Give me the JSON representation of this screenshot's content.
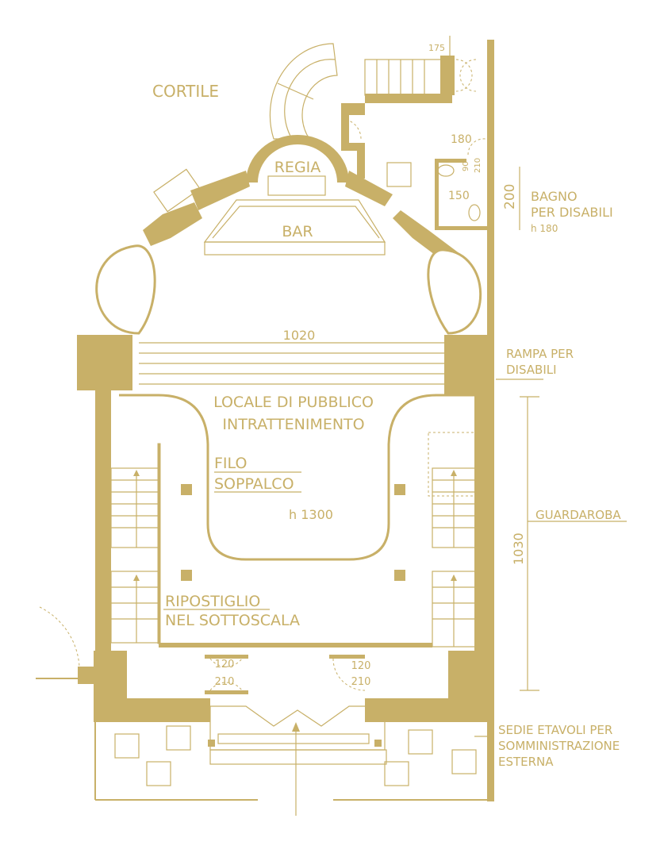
{
  "colors": {
    "plan": "#c8b068",
    "background": "#ffffff"
  },
  "labels": {
    "cortile": "CORTILE",
    "regia": "REGIA",
    "bar": "BAR",
    "width_1020": "1020",
    "locale_line1": "LOCALE DI PUBBLICO",
    "locale_line2": "INTRATTENIMENTO",
    "filo": "FILO",
    "soppalco": "SOPPALCO",
    "height_1300": "h 1300",
    "ripostiglio_line1": "RIPOSTIGLIO",
    "ripostiglio_line2": "NEL SOTTOSCALA",
    "door_left_width": "120",
    "door_left_height": "210",
    "door_right_width": "120",
    "door_right_height": "210",
    "dim_175": "175",
    "dim_180": "180",
    "dim_90": "90",
    "dim_210": "210",
    "dim_150": "150",
    "dim_200": "200",
    "bagno_line1": "BAGNO",
    "bagno_line2": "PER DISABILI",
    "bagno_height": "h 180",
    "rampa_line1": "RAMPA PER",
    "rampa_line2": "DISABILI",
    "dim_1030": "1030",
    "guardaroba": "GUARDAROBA",
    "sedie_line1": "SEDIE ETAVOLI PER",
    "sedie_line2": "SOMMINISTRAZIONE",
    "sedie_line3": "ESTERNA"
  }
}
